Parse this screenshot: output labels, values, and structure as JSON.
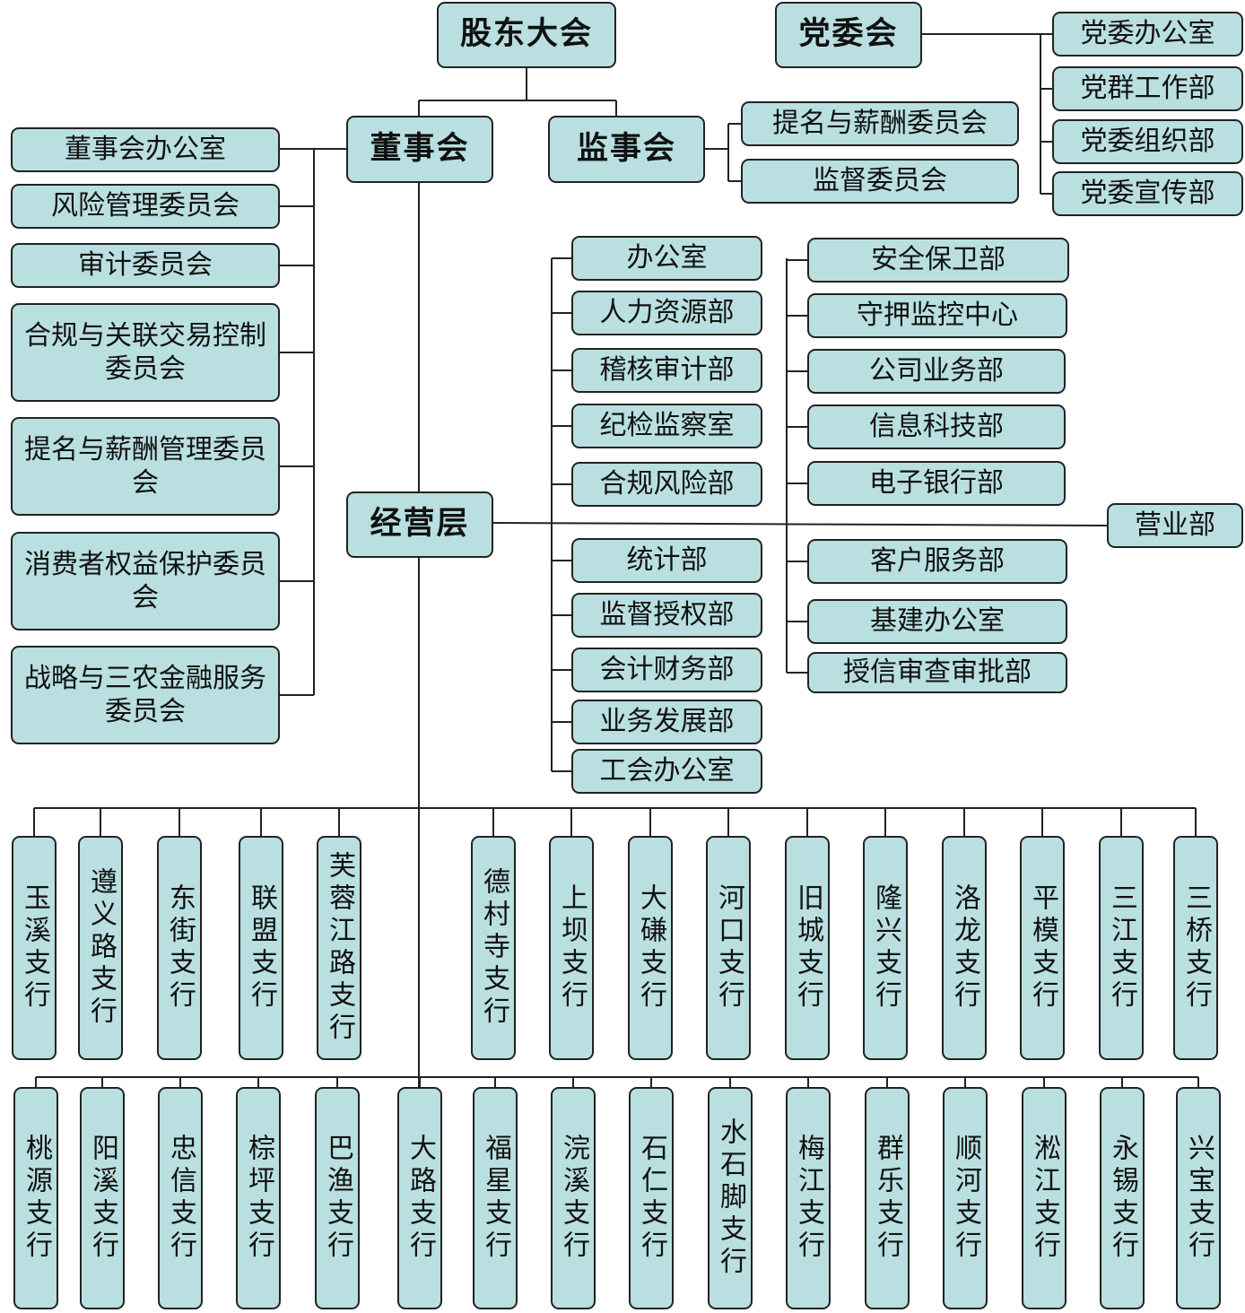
{
  "governance": {
    "shareholders": "股东大会",
    "party_committee": "党委会",
    "board": "董事会",
    "supervisors": "监事会",
    "management": "经营层"
  },
  "party_depts": [
    "党委办公室",
    "党群工作部",
    "党委组织部",
    "党委宣传部"
  ],
  "supervisory_committees": [
    "提名与薪酬委员会",
    "监督委员会"
  ],
  "board_committees": [
    "董事会办公室",
    "风险管理委员会",
    "审计委员会",
    "合规与关联交易控制委员会",
    "提名与薪酬管理委员会",
    "消费者权益保护委员会",
    "战略与三农金融服务委员会"
  ],
  "departments_left": [
    "办公室",
    "人力资源部",
    "稽核审计部",
    "纪检监察室",
    "合规风险部",
    "统计部",
    "监督授权部",
    "会计财务部",
    "业务发展部",
    "工会办公室"
  ],
  "departments_right": [
    "安全保卫部",
    "守押监控中心",
    "公司业务部",
    "信息科技部",
    "电子银行部",
    "客户服务部",
    "基建办公室",
    "授信审查审批部"
  ],
  "business_unit": "营业部",
  "branches_row1": [
    "玉溪支行",
    "遵义路支行",
    "东街支行",
    "联盟支行",
    "芙蓉江路支行",
    "德村寺支行",
    "上坝支行",
    "大磏支行",
    "河口支行",
    "旧城支行",
    "隆兴支行",
    "洛龙支行",
    "平模支行",
    "三江支行",
    "三桥支行"
  ],
  "branches_row2": [
    "桃源支行",
    "阳溪支行",
    "忠信支行",
    "棕坪支行",
    "巴渔支行",
    "大路支行",
    "福星支行",
    "浣溪支行",
    "石仁支行",
    "水石脚支行",
    "梅江支行",
    "群乐支行",
    "顺河支行",
    "淞江支行",
    "永锡支行",
    "兴宝支行"
  ],
  "colors": {
    "box_fill": "#b9dfe0",
    "border": "#222222",
    "line": "#222222"
  }
}
